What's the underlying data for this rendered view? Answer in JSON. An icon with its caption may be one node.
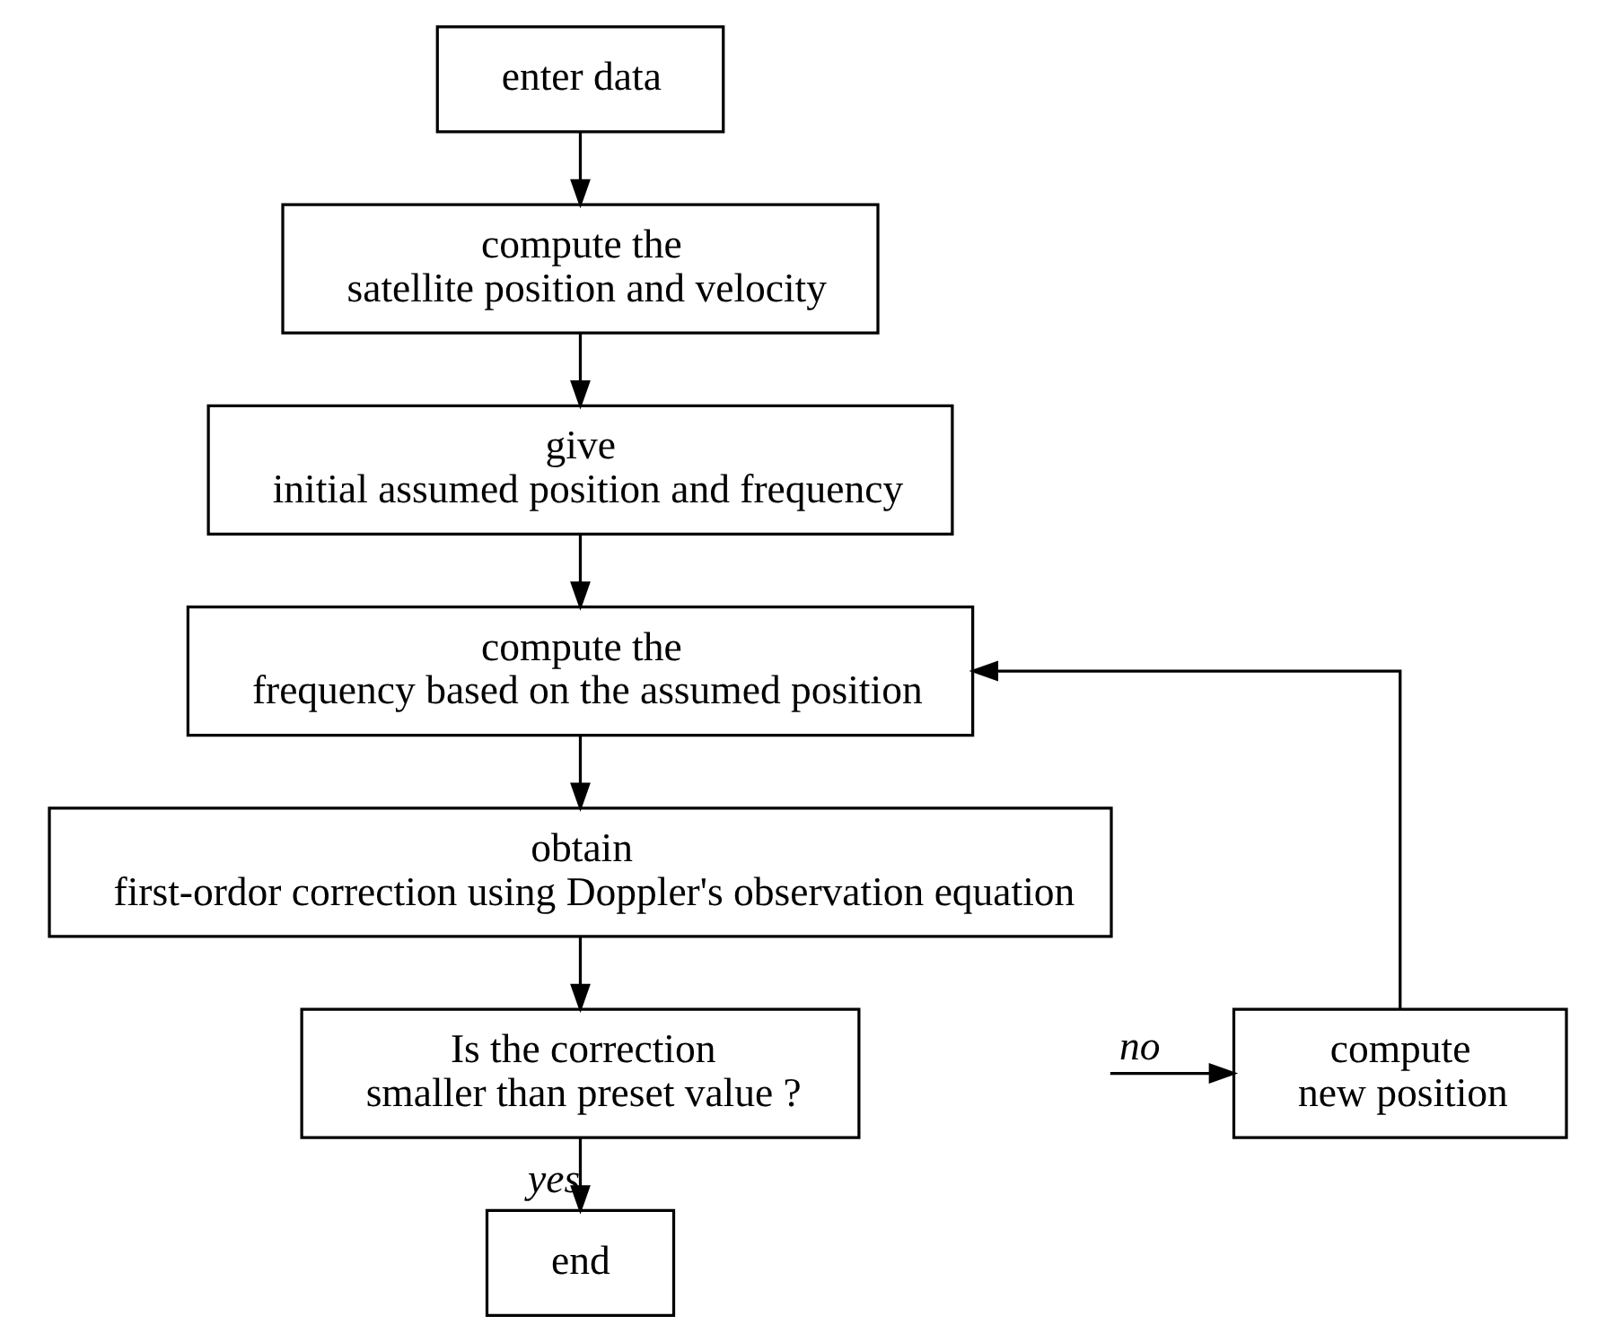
{
  "diagram": {
    "nodes": [
      {
        "text": [
          "enter data"
        ]
      },
      {
        "text": [
          "compute the",
          "satellite position and velocity"
        ]
      },
      {
        "text": [
          "give",
          "initial assumed position and frequency"
        ]
      },
      {
        "text": [
          "compute the",
          "frequency based on the assumed position"
        ]
      },
      {
        "text": [
          "obtain",
          "first-ordor correction using Doppler's observation equation"
        ]
      },
      {
        "text": [
          "Is the correction",
          "smaller than preset value ?"
        ]
      },
      {
        "text": [
          "compute",
          "new position"
        ]
      },
      {
        "text": [
          "end"
        ]
      }
    ],
    "edges": [
      {
        "from": 0,
        "to": 1,
        "arrow": "to"
      },
      {
        "from": 1,
        "to": 2,
        "arrow": "to"
      },
      {
        "from": 2,
        "to": 3,
        "arrow": "to"
      },
      {
        "from": 3,
        "to": 4,
        "arrow": "to"
      },
      {
        "from": 4,
        "to": 5,
        "arrow": "to"
      },
      {
        "from": 5,
        "to": 7,
        "label": "yes",
        "arrow": "to"
      },
      {
        "from": null,
        "to": 6,
        "label": "no",
        "arrow": "to"
      },
      {
        "from": 6,
        "to": 3,
        "arrow": "to"
      }
    ]
  }
}
